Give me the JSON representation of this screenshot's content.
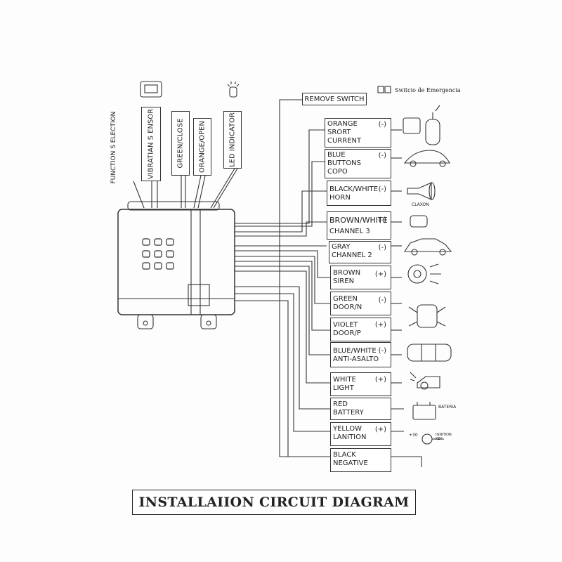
{
  "diagram": {
    "title": "INSTALLAIION CIRCUIT DIAGRAM",
    "remove_switch": "REMOVE SWITCH",
    "emergency_switch_label": "Switcio de Emergencia",
    "function_selection": "FUNCTION S ELECTION",
    "top_connectors": [
      {
        "label": "VIBRATIAN S ENSOR"
      },
      {
        "label": "GREEN/CLOSE"
      },
      {
        "label": "ORANGE/OPEN"
      },
      {
        "label": "LED INDICATOR"
      }
    ],
    "wires": [
      {
        "lines": [
          "ORANGE",
          "SRORT",
          "CURRENT"
        ],
        "polarity": "(-)"
      },
      {
        "lines": [
          "BLUE",
          "BUTTONS",
          "COPO"
        ],
        "polarity": "(-)"
      },
      {
        "lines": [
          "BLACK/WHITE",
          "HORN"
        ],
        "polarity": "(-)"
      },
      {
        "lines": [
          "BROWN/WHITE",
          "CHANNEL 3"
        ],
        "polarity": "(-)"
      },
      {
        "lines": [
          "GRAY",
          "CHANNEL 2"
        ],
        "polarity": "(-)"
      },
      {
        "lines": [
          "BROWN",
          "SIREN"
        ],
        "polarity": "(+)"
      },
      {
        "lines": [
          "GREEN",
          "DOOR/N"
        ],
        "polarity": "(-)"
      },
      {
        "lines": [
          "VIOLET",
          "DOOR/P"
        ],
        "polarity": "(+)"
      },
      {
        "lines": [
          "BLUE/WHITE",
          "ANTI-ASALTO"
        ],
        "polarity": "(-)"
      },
      {
        "lines": [
          "WHITE",
          "LIGHT"
        ],
        "polarity": "(+)"
      },
      {
        "lines": [
          "RED",
          "BATTERY"
        ],
        "polarity": ""
      },
      {
        "lines": [
          "YELLOW",
          "LANITION"
        ],
        "polarity": "(+)"
      },
      {
        "lines": [
          "BLACK",
          "NEGATIVE"
        ],
        "polarity": ""
      }
    ],
    "icon_labels": {
      "claxon": "CLAXON",
      "bateria": "BATERIA",
      "ignition": "IGNITION KEY",
      "plus30": "+30"
    },
    "icons": [
      "relay-coil-icon",
      "car-icon",
      "horn-icon",
      "trunk-module-icon",
      "sedan-icon",
      "siren-icon",
      "car-doors-icon",
      "car-doors-icon",
      "car-top-icon",
      "headlight-icon",
      "battery-icon",
      "ignition-key-icon"
    ]
  }
}
